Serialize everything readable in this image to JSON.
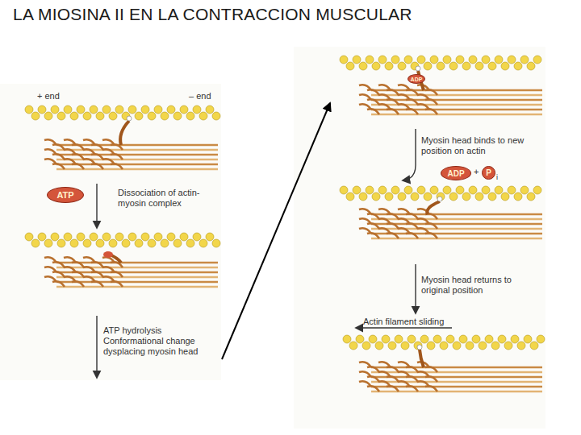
{
  "diagram": {
    "title": "LA MIOSINA II EN LA CONTRACCION MUSCULAR",
    "nodes": [
      {
        "text": [
          "ATP"
        ]
      },
      {
        "text": [
          "ADP"
        ]
      },
      {
        "text": [
          "ADP"
        ]
      },
      {
        "text": [
          "P"
        ]
      }
    ],
    "labels": [
      "+ end",
      "– end",
      "Dissociation of actin-myosin complex",
      "ATP hydrolysis Conformational change dysplacing myosin head",
      "Myosin head binds to new position on actin",
      "+",
      "i",
      "Myosin head returns to original position",
      "Actin filament sliding"
    ]
  }
}
